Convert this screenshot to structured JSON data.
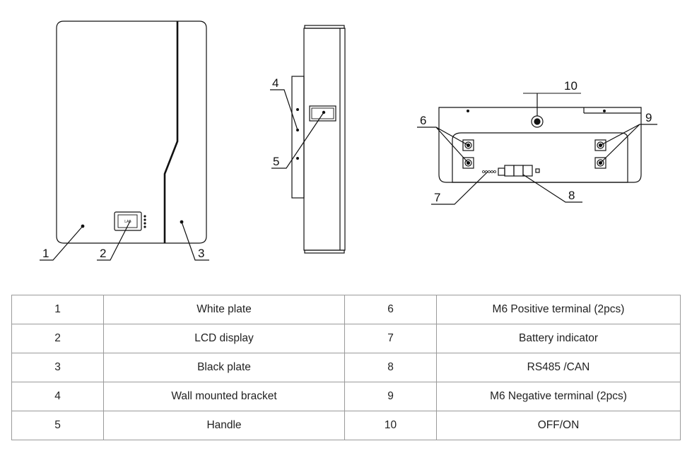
{
  "callouts": {
    "c1": "1",
    "c2": "2",
    "c3": "3",
    "c4": "4",
    "c5": "5",
    "c6": "6",
    "c7": "7",
    "c8": "8",
    "c9": "9",
    "c10": "10"
  },
  "lcd_text": "LAB",
  "parts_table": [
    {
      "no_a": "1",
      "name_a": "White plate",
      "no_b": "6",
      "name_b": "M6 Positive terminal (2pcs)"
    },
    {
      "no_a": "2",
      "name_a": "LCD display",
      "no_b": "7",
      "name_b": "Battery indicator"
    },
    {
      "no_a": "3",
      "name_a": "Black plate",
      "no_b": "8",
      "name_b": "RS485 /CAN"
    },
    {
      "no_a": "4",
      "name_a": "Wall mounted bracket",
      "no_b": "9",
      "name_b": "M6 Negative terminal (2pcs)"
    },
    {
      "no_a": "5",
      "name_a": "Handle",
      "no_b": "10",
      "name_b": "OFF/ON"
    }
  ]
}
